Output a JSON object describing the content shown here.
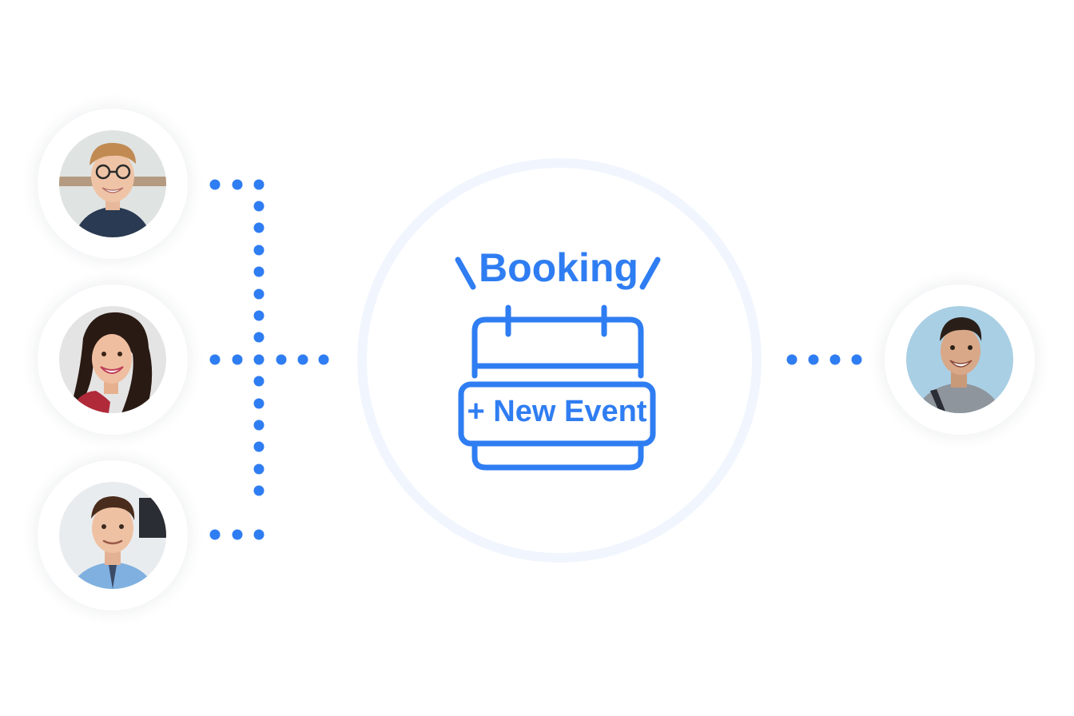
{
  "booking": {
    "title": "Booking",
    "action_label": "+ New Event"
  },
  "participants": {
    "left": [
      "avatar-man-glasses",
      "avatar-woman-curly-hair",
      "avatar-man-blue-shirt"
    ],
    "right": [
      "avatar-man-smiling"
    ]
  },
  "colors": {
    "accent": "#2f7df2",
    "hub_ring": "#f1f6fe",
    "background": "#ffffff"
  }
}
